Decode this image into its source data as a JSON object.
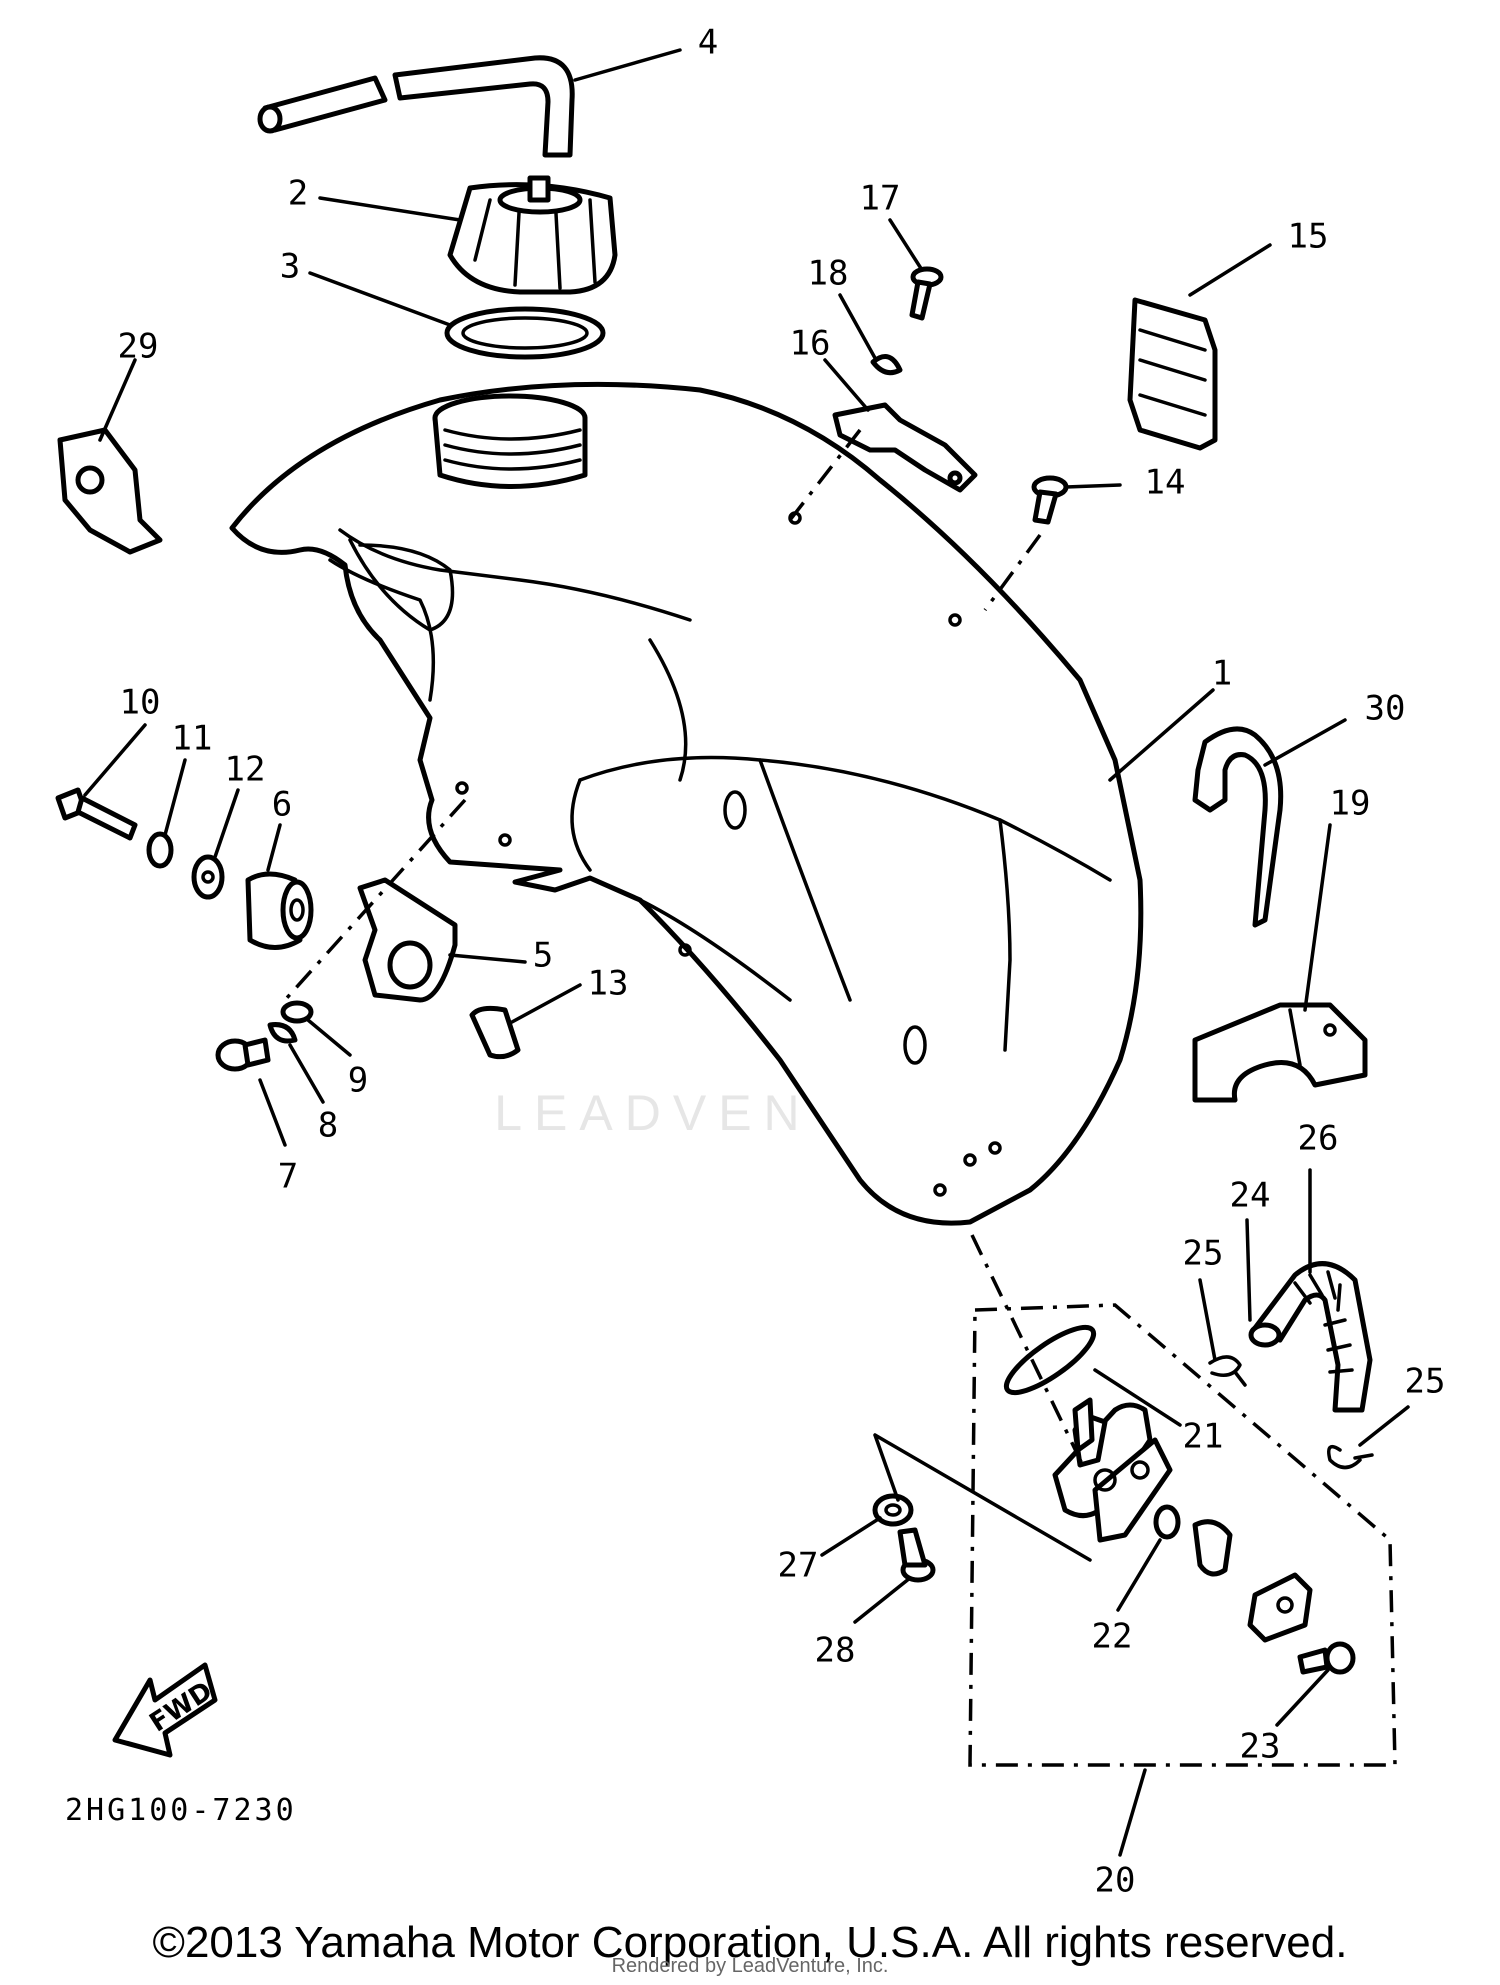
{
  "diagram": {
    "diagram_code": "2HG100-7230",
    "fwd_label": "FWD",
    "watermark": "LEADVENTURE",
    "copyright": "©2013 Yamaha Motor Corporation, U.S.A. All rights reserved.",
    "render_credit": "Rendered by LeadVenture, Inc.",
    "callouts": [
      "1",
      "2",
      "3",
      "4",
      "5",
      "6",
      "7",
      "8",
      "9",
      "10",
      "11",
      "12",
      "13",
      "14",
      "15",
      "16",
      "17",
      "18",
      "19",
      "20",
      "21",
      "22",
      "23",
      "24",
      "25",
      "25",
      "26",
      "27",
      "28",
      "29",
      "30"
    ]
  }
}
